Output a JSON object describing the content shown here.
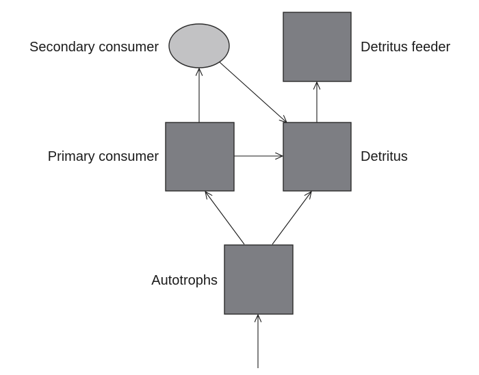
{
  "nodes": {
    "secondary_consumer": {
      "label": "Secondary consumer",
      "shape": "ellipse",
      "color": "#c2c2c4"
    },
    "detritus_feeder": {
      "label": "Detritus feeder",
      "shape": "box",
      "color": "#7d7e83"
    },
    "primary_consumer": {
      "label": "Primary consumer",
      "shape": "box",
      "color": "#7d7e83"
    },
    "detritus": {
      "label": "Detritus",
      "shape": "box",
      "color": "#7d7e83"
    },
    "autotrophs": {
      "label": "Autotrophs",
      "shape": "box",
      "color": "#7d7e83"
    }
  },
  "edges": [
    {
      "from": "autotrophs",
      "to": "primary_consumer"
    },
    {
      "from": "autotrophs",
      "to": "detritus"
    },
    {
      "from": "primary_consumer",
      "to": "secondary_consumer"
    },
    {
      "from": "primary_consumer",
      "to": "detritus"
    },
    {
      "from": "secondary_consumer",
      "to": "detritus"
    },
    {
      "from": "detritus",
      "to": "detritus_feeder"
    },
    {
      "from": "input",
      "to": "autotrophs"
    }
  ]
}
